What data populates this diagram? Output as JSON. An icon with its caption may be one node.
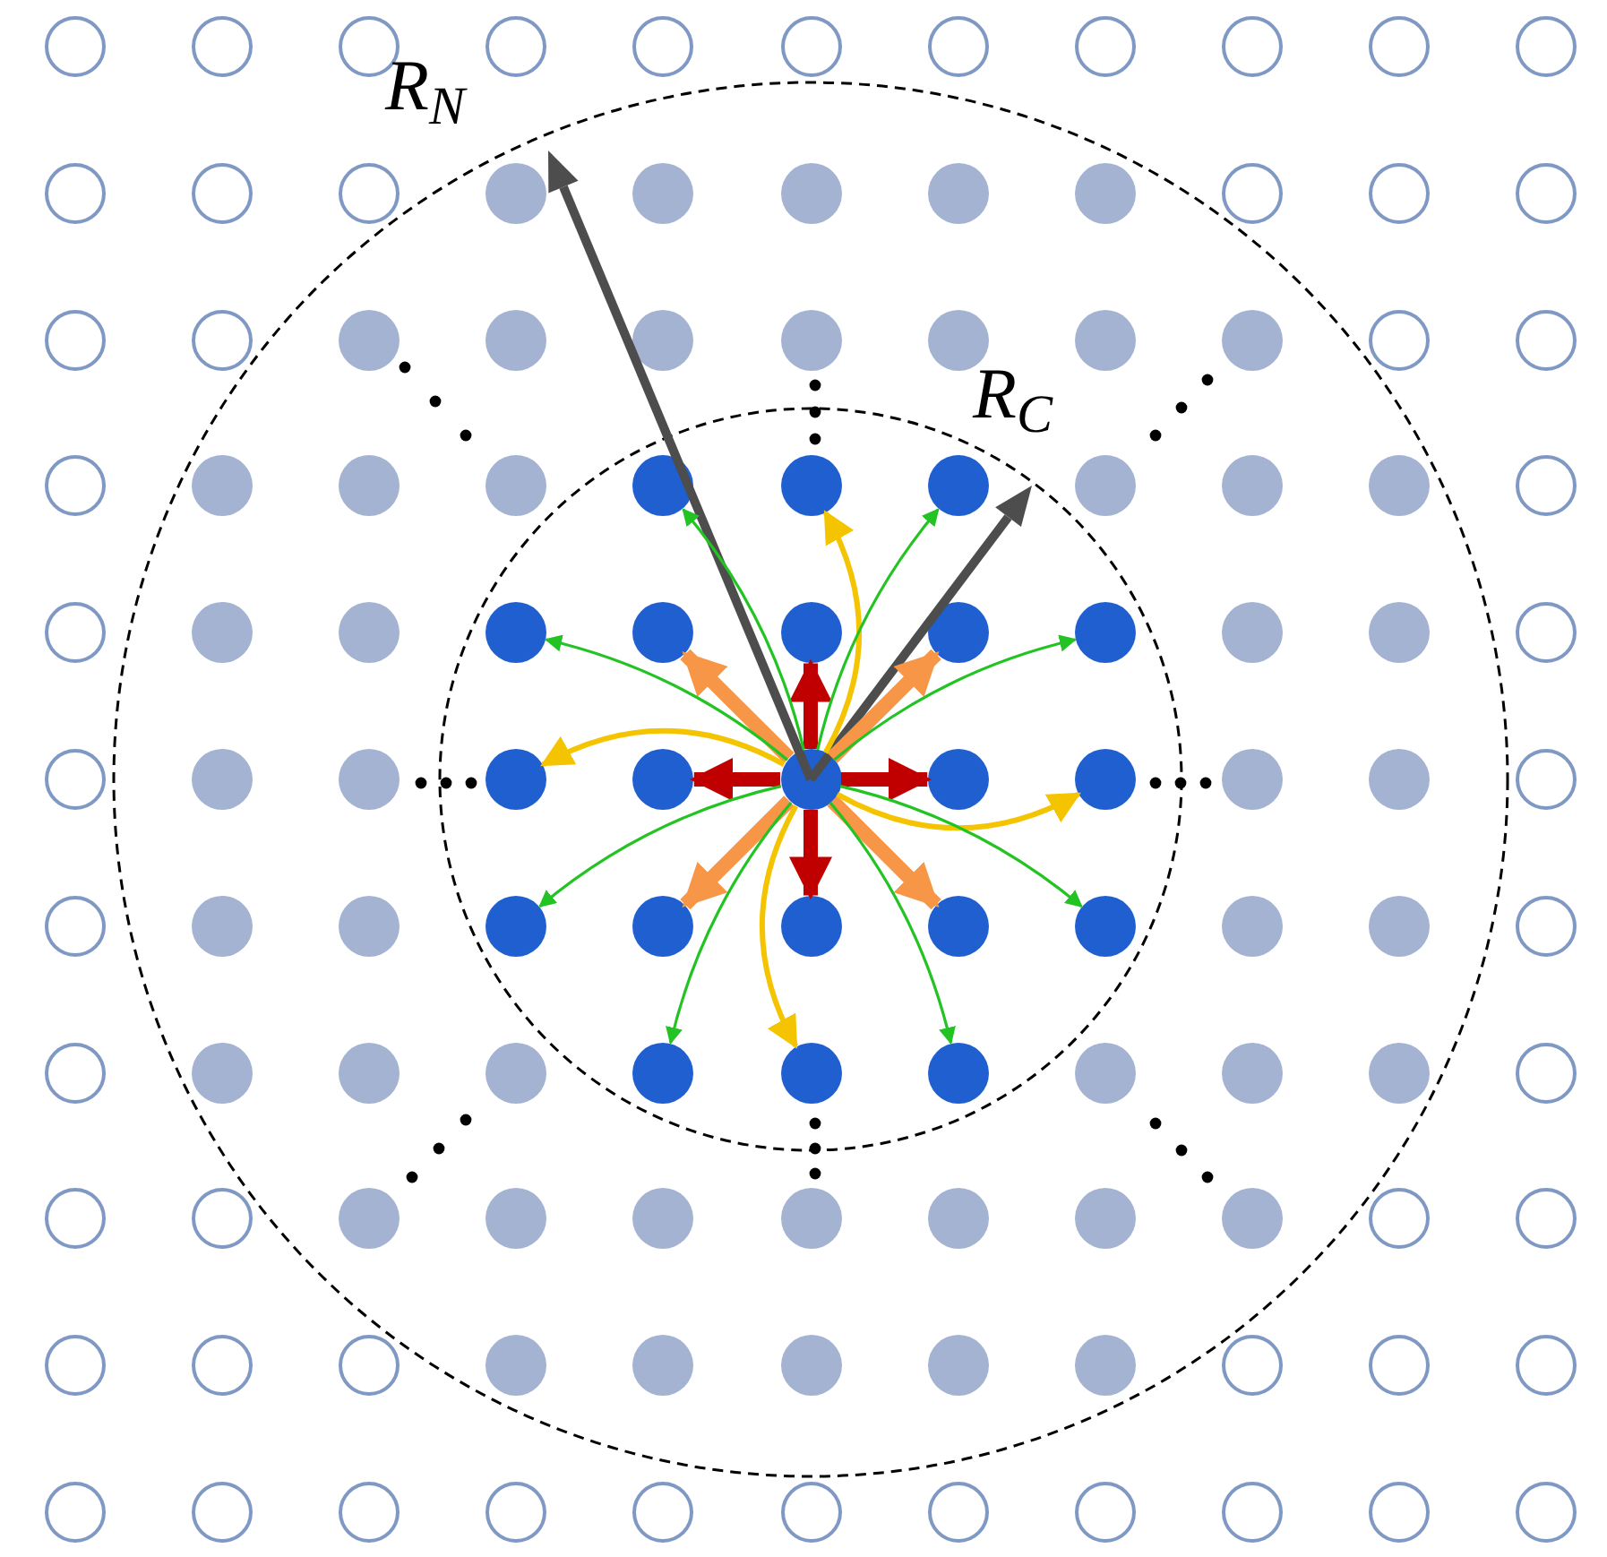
{
  "diagram": {
    "nodes": [
      {
        "text": [],
        "shape": "ring"
      },
      {
        "text": [],
        "shape": "ring"
      },
      {
        "text": [],
        "shape": "ring"
      },
      {
        "text": [],
        "shape": "ring"
      },
      {
        "text": [],
        "shape": "ring"
      },
      {
        "text": [],
        "shape": "ring"
      },
      {
        "text": [],
        "shape": "ring"
      },
      {
        "text": [],
        "shape": "ring"
      },
      {
        "text": [],
        "shape": "ring"
      },
      {
        "text": [],
        "shape": "ring"
      },
      {
        "text": [],
        "shape": "ring"
      },
      {
        "text": [],
        "shape": "ring"
      },
      {
        "text": [],
        "shape": "ring"
      },
      {
        "text": [],
        "shape": "ring"
      },
      {
        "text": [],
        "shape": "circle"
      },
      {
        "text": [],
        "shape": "circle"
      },
      {
        "text": [],
        "shape": "circle"
      },
      {
        "text": [],
        "shape": "circle"
      },
      {
        "text": [],
        "shape": "circle"
      },
      {
        "text": [],
        "shape": "ring"
      },
      {
        "text": [],
        "shape": "ring"
      },
      {
        "text": [],
        "shape": "ring"
      },
      {
        "text": [],
        "shape": "ring"
      },
      {
        "text": [],
        "shape": "ring"
      },
      {
        "text": [],
        "shape": "circle"
      },
      {
        "text": [],
        "shape": "circle"
      },
      {
        "text": [],
        "shape": "circle"
      },
      {
        "text": [],
        "shape": "circle"
      },
      {
        "text": [],
        "shape": "circle"
      },
      {
        "text": [],
        "shape": "circle"
      },
      {
        "text": [],
        "shape": "circle"
      },
      {
        "text": [],
        "shape": "ring"
      },
      {
        "text": [],
        "shape": "ring"
      },
      {
        "text": [],
        "shape": "ring"
      },
      {
        "text": [],
        "shape": "circle"
      },
      {
        "text": [],
        "shape": "circle"
      },
      {
        "text": [],
        "shape": "circle"
      },
      {
        "text": [],
        "shape": "dot"
      },
      {
        "text": [],
        "shape": "dot"
      },
      {
        "text": [],
        "shape": "dot"
      },
      {
        "text": [],
        "shape": "circle"
      },
      {
        "text": [],
        "shape": "circle"
      },
      {
        "text": [],
        "shape": "circle"
      },
      {
        "text": [],
        "shape": "ring"
      },
      {
        "text": [],
        "shape": "ring"
      },
      {
        "text": [],
        "shape": "circle"
      },
      {
        "text": [],
        "shape": "circle"
      },
      {
        "text": [],
        "shape": "dot"
      },
      {
        "text": [],
        "shape": "dot"
      },
      {
        "text": [],
        "shape": "dot"
      },
      {
        "text": [],
        "shape": "dot"
      },
      {
        "text": [],
        "shape": "dot"
      },
      {
        "text": [],
        "shape": "circle"
      },
      {
        "text": [],
        "shape": "circle"
      },
      {
        "text": [],
        "shape": "ring"
      },
      {
        "text": [],
        "shape": "ring"
      },
      {
        "text": [],
        "shape": "circle"
      },
      {
        "text": [],
        "shape": "circle"
      },
      {
        "text": [],
        "shape": "dot"
      },
      {
        "text": [],
        "shape": "dot"
      },
      {
        "text": [],
        "shape": "dot"
      },
      {
        "text": [],
        "shape": "dot"
      },
      {
        "text": [],
        "shape": "dot"
      },
      {
        "text": [],
        "shape": "circle"
      },
      {
        "text": [],
        "shape": "circle"
      },
      {
        "text": [],
        "shape": "ring"
      },
      {
        "text": [],
        "shape": "ring"
      },
      {
        "text": [],
        "shape": "circle"
      },
      {
        "text": [],
        "shape": "circle"
      },
      {
        "text": [],
        "shape": "dot"
      },
      {
        "text": [],
        "shape": "dot"
      },
      {
        "text": [],
        "shape": "dot"
      },
      {
        "text": [],
        "shape": "dot"
      },
      {
        "text": [],
        "shape": "dot"
      },
      {
        "text": [],
        "shape": "circle"
      },
      {
        "text": [],
        "shape": "circle"
      },
      {
        "text": [],
        "shape": "ring"
      },
      {
        "text": [],
        "shape": "ring"
      },
      {
        "text": [],
        "shape": "circle"
      },
      {
        "text": [],
        "shape": "circle"
      },
      {
        "text": [],
        "shape": "circle"
      },
      {
        "text": [],
        "shape": "dot"
      },
      {
        "text": [],
        "shape": "dot"
      },
      {
        "text": [],
        "shape": "dot"
      },
      {
        "text": [],
        "shape": "circle"
      },
      {
        "text": [],
        "shape": "circle"
      },
      {
        "text": [],
        "shape": "circle"
      },
      {
        "text": [],
        "shape": "ring"
      },
      {
        "text": [],
        "shape": "ring"
      },
      {
        "text": [],
        "shape": "ring"
      },
      {
        "text": [],
        "shape": "circle"
      },
      {
        "text": [],
        "shape": "circle"
      },
      {
        "text": [],
        "shape": "circle"
      },
      {
        "text": [],
        "shape": "circle"
      },
      {
        "text": [],
        "shape": "circle"
      },
      {
        "text": [],
        "shape": "circle"
      },
      {
        "text": [],
        "shape": "circle"
      },
      {
        "text": [],
        "shape": "ring"
      },
      {
        "text": [],
        "shape": "ring"
      },
      {
        "text": [],
        "shape": "ring"
      },
      {
        "text": [],
        "shape": "ring"
      },
      {
        "text": [],
        "shape": "ring"
      },
      {
        "text": [],
        "shape": "circle"
      },
      {
        "text": [],
        "shape": "circle"
      },
      {
        "text": [],
        "shape": "circle"
      },
      {
        "text": [],
        "shape": "circle"
      },
      {
        "text": [],
        "shape": "circle"
      },
      {
        "text": [],
        "shape": "ring"
      },
      {
        "text": [],
        "shape": "ring"
      },
      {
        "text": [],
        "shape": "ring"
      },
      {
        "text": [],
        "shape": "ring"
      },
      {
        "text": [],
        "shape": "ring"
      },
      {
        "text": [],
        "shape": "ring"
      },
      {
        "text": [],
        "shape": "ring"
      },
      {
        "text": [],
        "shape": "ring"
      },
      {
        "text": [],
        "shape": "ring"
      },
      {
        "text": [],
        "shape": "ring"
      },
      {
        "text": [],
        "shape": "ring"
      },
      {
        "text": [],
        "shape": "ring"
      },
      {
        "text": [],
        "shape": "ring"
      },
      {
        "text": [],
        "shape": "ring"
      }
    ],
    "edges": [
      {
        "from": 60,
        "to": 49,
        "arrow": "to",
        "style": "thick",
        "color": "#c00000"
      },
      {
        "from": 60,
        "to": 61,
        "arrow": "to",
        "style": "thick",
        "color": "#c00000"
      },
      {
        "from": 60,
        "to": 71,
        "arrow": "to",
        "style": "thick",
        "color": "#c00000"
      },
      {
        "from": 60,
        "to": 59,
        "arrow": "to",
        "style": "thick",
        "color": "#c00000"
      },
      {
        "from": 60,
        "to": 50,
        "arrow": "to",
        "style": "thick",
        "color": "#f79646"
      },
      {
        "from": 60,
        "to": 72,
        "arrow": "to",
        "style": "thick",
        "color": "#f79646"
      },
      {
        "from": 60,
        "to": 70,
        "arrow": "to",
        "style": "thick",
        "color": "#f79646"
      },
      {
        "from": 60,
        "to": 48,
        "arrow": "to",
        "style": "thick",
        "color": "#f79646"
      },
      {
        "from": 60,
        "to": 38,
        "arrow": "to",
        "color": "#f5c400"
      },
      {
        "from": 60,
        "to": 62,
        "arrow": "to",
        "color": "#f5c400"
      },
      {
        "from": 60,
        "to": 82,
        "arrow": "to",
        "color": "#f5c400"
      },
      {
        "from": 60,
        "to": 58,
        "arrow": "to",
        "color": "#f5c400"
      },
      {
        "from": 60,
        "to": 37,
        "arrow": "to"
      },
      {
        "from": 60,
        "to": 39,
        "arrow": "to"
      },
      {
        "from": 60,
        "to": 47,
        "arrow": "to"
      },
      {
        "from": 60,
        "to": 51,
        "arrow": "to"
      },
      {
        "from": 60,
        "to": 69,
        "arrow": "to"
      },
      {
        "from": 60,
        "to": 73,
        "arrow": "to"
      },
      {
        "from": 60,
        "to": 81,
        "arrow": "to"
      },
      {
        "from": 60,
        "to": 83,
        "arrow": "to"
      }
    ],
    "labels": [
      "R$_{N}$",
      "R$_{C}$"
    ]
  }
}
